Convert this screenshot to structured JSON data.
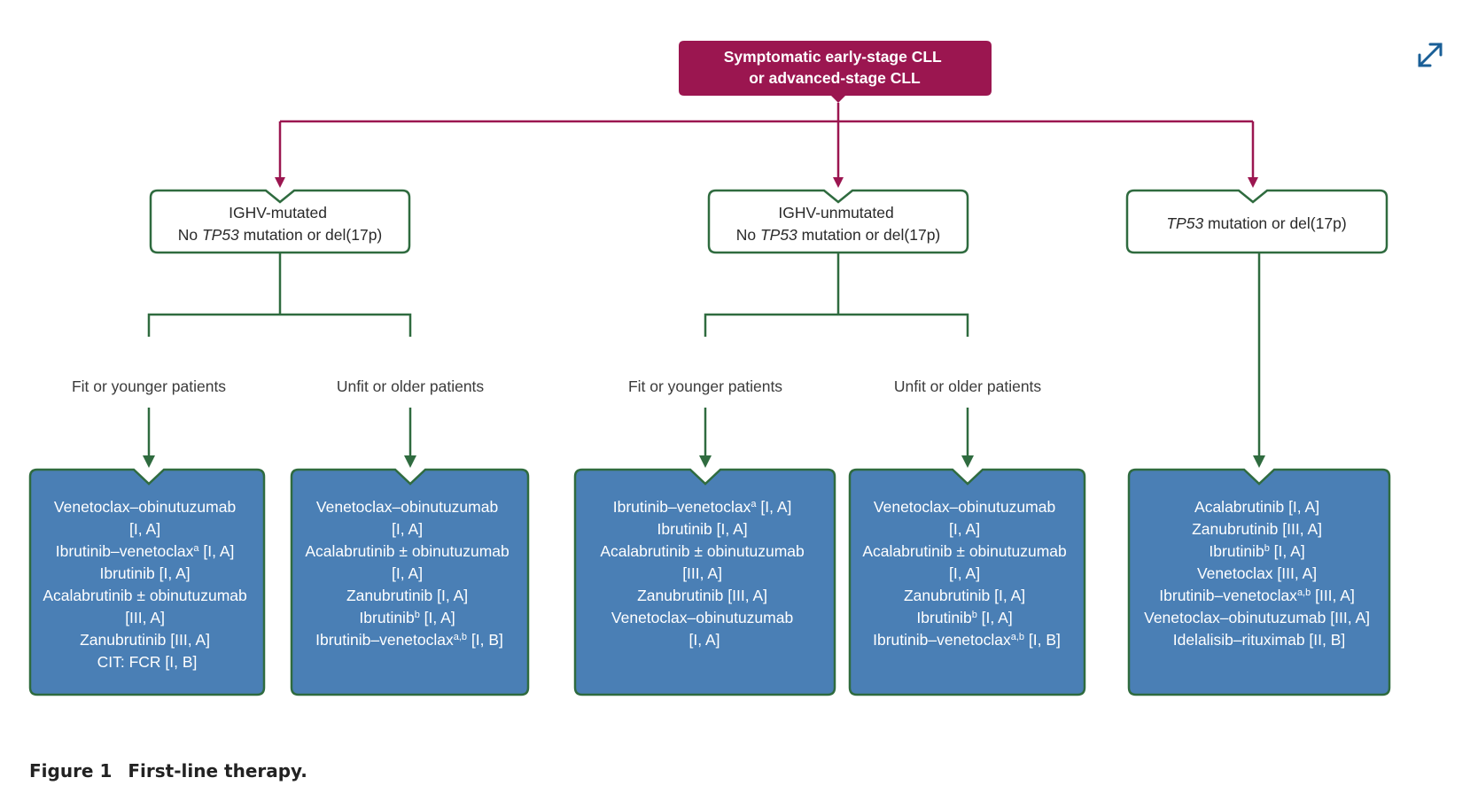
{
  "colors": {
    "root": "#9b1650",
    "arrow_red": "#9b1650",
    "green": "#2f6b3f",
    "box_blue": "#4a7fb5",
    "expand": "#1a5f97"
  },
  "root": {
    "lines": [
      "Symptomatic early-stage CLL",
      "or advanced-stage CLL"
    ]
  },
  "branches": [
    {
      "lines": [
        {
          "text": "IGHV-mutated"
        },
        {
          "pre": "No ",
          "ital": "TP53",
          "post": " mutation or del(17p)"
        }
      ]
    },
    {
      "lines": [
        {
          "text": "IGHV-unmutated"
        },
        {
          "pre": "No ",
          "ital": "TP53",
          "post": " mutation or del(17p)"
        }
      ]
    },
    {
      "lines": [
        {
          "pre": "",
          "ital": "TP53",
          "post": " mutation or del(17p)"
        }
      ]
    }
  ],
  "patient_labels": [
    "Fit or younger patients",
    "Unfit or older patients",
    "Fit or younger patients",
    "Unfit or older patients"
  ],
  "therapies": [
    {
      "lines": [
        {
          "t": "Venetoclax–obinutuzumab"
        },
        {
          "t": "[I, A]"
        },
        {
          "t": "Ibrutinib–venetoclax",
          "sup": "a",
          "post": " [I, A]"
        },
        {
          "t": "Ibrutinib [I, A]"
        },
        {
          "t": "Acalabrutinib ± obinutuzumab"
        },
        {
          "t": "[III, A]"
        },
        {
          "t": "Zanubrutinib [III, A]"
        },
        {
          "t": "CIT: FCR [I, B]"
        }
      ]
    },
    {
      "lines": [
        {
          "t": "Venetoclax–obinutuzumab"
        },
        {
          "t": "[I, A]"
        },
        {
          "t": "Acalabrutinib ± obinutuzumab"
        },
        {
          "t": "[I, A]"
        },
        {
          "t": "Zanubrutinib [I, A]"
        },
        {
          "t": "Ibrutinib",
          "sup": "b",
          "post": " [I, A]"
        },
        {
          "t": "Ibrutinib–venetoclax",
          "sup": "a,b",
          "post": " [I, B]"
        }
      ]
    },
    {
      "lines": [
        {
          "t": "Ibrutinib–venetoclax",
          "sup": "a",
          "post": " [I, A]"
        },
        {
          "t": "Ibrutinib [I, A]"
        },
        {
          "t": "Acalabrutinib ± obinutuzumab"
        },
        {
          "t": "[III, A]"
        },
        {
          "t": "Zanubrutinib [III, A]"
        },
        {
          "t": "Venetoclax–obinutuzumab"
        },
        {
          "t": "[I, A]"
        }
      ]
    },
    {
      "lines": [
        {
          "t": "Venetoclax–obinutuzumab"
        },
        {
          "t": "[I, A]"
        },
        {
          "t": "Acalabrutinib ± obinutuzumab"
        },
        {
          "t": "[I, A]"
        },
        {
          "t": "Zanubrutinib [I, A]"
        },
        {
          "t": "Ibrutinib",
          "sup": "b",
          "post": " [I, A]"
        },
        {
          "t": "Ibrutinib–venetoclax",
          "sup": "a,b",
          "post": " [I, B]"
        }
      ]
    },
    {
      "lines": [
        {
          "t": "Acalabrutinib [I, A]"
        },
        {
          "t": "Zanubrutinib [III, A]"
        },
        {
          "t": "Ibrutinib",
          "sup": "b",
          "post": " [I, A]"
        },
        {
          "t": "Venetoclax [III, A]"
        },
        {
          "t": "Ibrutinib–venetoclax",
          "sup": "a,b",
          "post": " [III, A]"
        },
        {
          "t": "Venetoclax–obinutuzumab [III, A]"
        },
        {
          "t": "Idelalisib–rituximab [II, B]"
        }
      ]
    }
  ],
  "caption": {
    "number": "Figure 1",
    "title": "First-line therapy."
  },
  "icons": {
    "expand": "expand-arrows-icon"
  }
}
